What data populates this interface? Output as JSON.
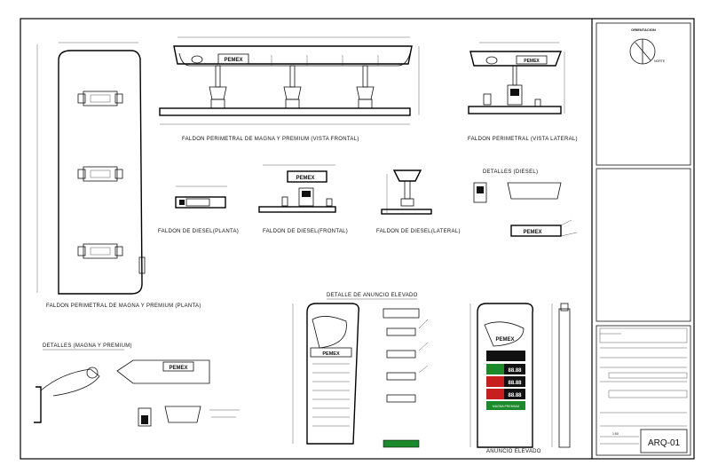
{
  "sheet": {
    "captions": {
      "magna_frontal": "FALDON PERIMETRAL DE MAGNA Y PREMIUM (VISTA FRONTAL)",
      "lateral": "FALDON PERIMETRAL (VISTA LATERAL)",
      "diesel_detalles": "DETALLES (DIESEL)",
      "diesel_planta": "FALDON DE DIESEL(PLANTA)",
      "diesel_frontal": "FALDON DE DIESEL(FRONTAL)",
      "diesel_lateral": "FALDON DE DIESEL(LATERAL)",
      "magna_planta": "FALDON PERIMETRAL DE MAGNA Y PREMIUM (PLANTA)",
      "magna_detalles": "DETALLES (MAGNA Y PREMIUM)",
      "anuncio_detalle": "DETALLE DE ANUNCIO ELEVADO",
      "anuncio_elevado": "ANUNCIO ELEVADO"
    },
    "brand": "PEMEX",
    "orientation": {
      "title": "ORIENTACION",
      "north": "NORTE"
    },
    "prices": [
      "88.88",
      "88.88",
      "88.88"
    ],
    "sign_footer": "MAGNA PREMIUM",
    "title_block": {
      "sheet_code": "ARQ-01",
      "scale": "1:50"
    }
  }
}
